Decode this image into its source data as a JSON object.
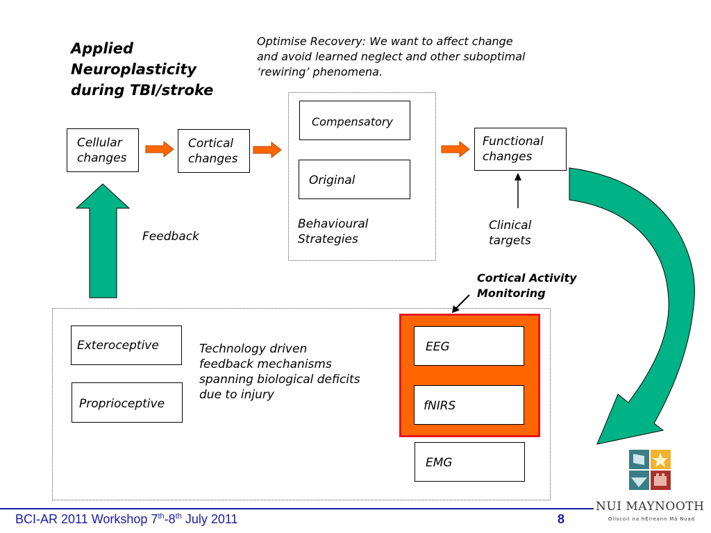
{
  "title": [
    "Applied",
    "Neuroplasticity",
    "during TBI/stroke"
  ],
  "intro": [
    "Optimise Recovery: We want to affect change",
    "and avoid  learned neglect and other suboptimal",
    "‘rewiring’  phenomena."
  ],
  "boxes": {
    "cellular": [
      "Cellular",
      "changes"
    ],
    "cortical": [
      "Cortical",
      "changes"
    ],
    "compensatory": "Compensatory",
    "original": "Original",
    "functional": [
      "Functional",
      "changes"
    ],
    "exteroceptive": "Exteroceptive",
    "proprioceptive": "Proprioceptive",
    "eeg": "EEG",
    "fnirs": "fNIRS",
    "emg": "EMG"
  },
  "labels": {
    "behavioural": [
      "Behavioural",
      "Strategies"
    ],
    "clinical": [
      "Clinical",
      "targets"
    ],
    "feedback": "Feedback",
    "monitoring": [
      "Cortical Activity",
      "Monitoring"
    ],
    "technology": [
      "Technology driven",
      "feedback mechanisms",
      "spanning biological deficits",
      "due to injury"
    ]
  },
  "footer": {
    "text_pre": "BCI-AR 2011 Workshop 7",
    "sup1": "th",
    "text_mid": "-8",
    "sup2": "th",
    "text_post": " July 2011",
    "page": "8"
  },
  "logo": {
    "name": "NUI MAYNOOTH",
    "subtitle": "Ollscoil na hÉireann Má Nuad"
  },
  "colors": {
    "accent_orange": "#ff6600",
    "monitor_border": "#e8141b",
    "big_arrow_fill": "#00b386",
    "footer_blue": "#1a1aa6"
  }
}
